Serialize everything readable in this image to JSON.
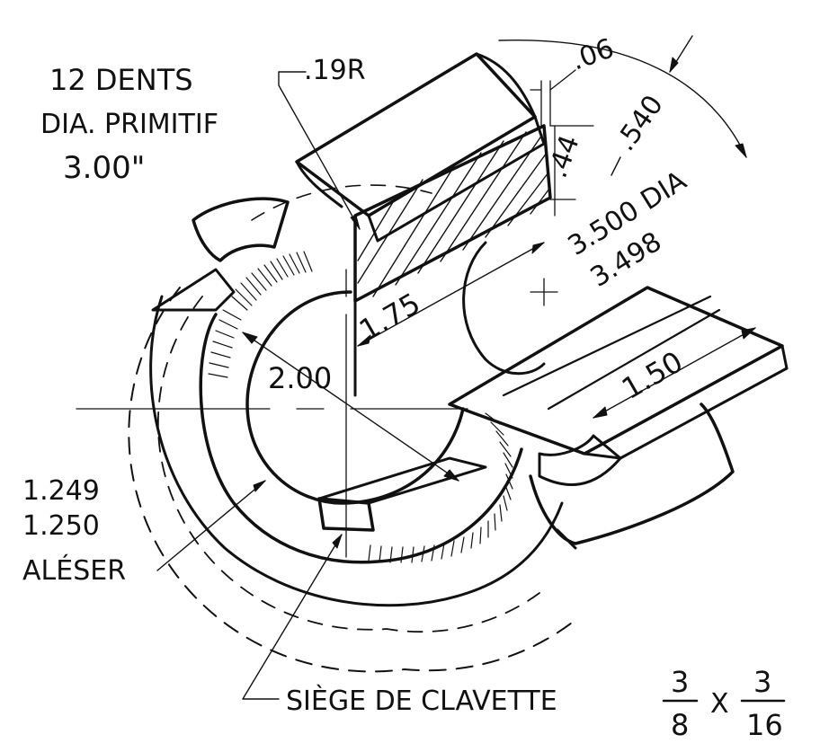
{
  "labels": {
    "teeth": "12 DENTS",
    "pitch_label": "DIA. PRIMITIF",
    "pitch_value": "3.00\"",
    "fillet": ".19R",
    "tooth_gap": ".06",
    "tooth_depth": ".44",
    "top_dim": ".540",
    "dia_upper": "3.500 DIA",
    "dia_lower": "3.498",
    "length": "1.75",
    "hub": "2.00",
    "key_length": "1.50",
    "bore_upper": "1.249",
    "bore_lower": "1.250",
    "bore_note": "ALÉSER",
    "keyseat_text": "SIÈGE DE CLAVETTE",
    "keyseat_x": "X",
    "frac1_num": "3",
    "frac1_den": "8",
    "frac2_num": "3",
    "frac2_den": "16"
  },
  "colors": {
    "ink": "#111111",
    "paper": "#ffffff"
  }
}
